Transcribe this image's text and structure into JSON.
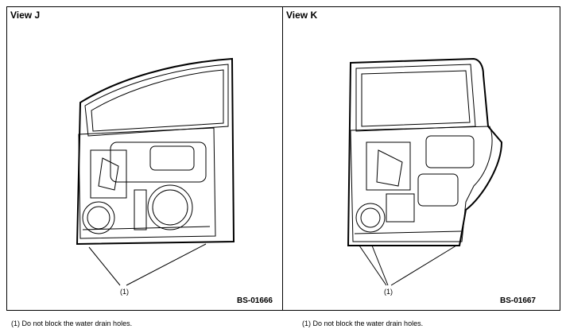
{
  "views": [
    {
      "title": "View J",
      "callout": "(1)",
      "code": "BS-01666",
      "note": "(1)  Do not block the water drain holes."
    },
    {
      "title": "View K",
      "callout": "(1)",
      "code": "BS-01667",
      "note": "(1)  Do not block the water drain holes."
    }
  ],
  "colors": {
    "line": "#000000",
    "background": "#ffffff",
    "shade": "#dcdcdc"
  }
}
